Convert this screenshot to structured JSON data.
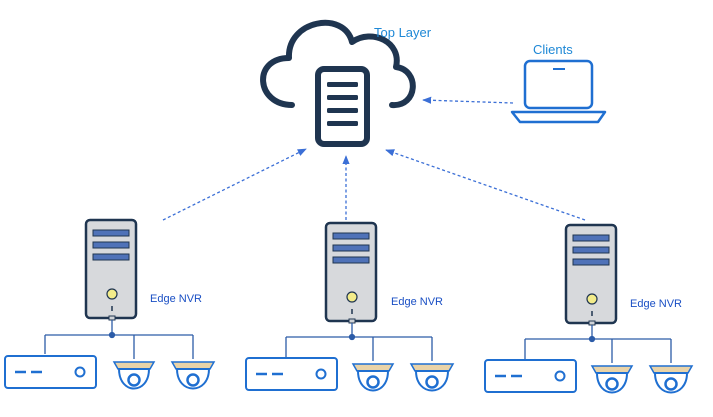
{
  "top_layer": {
    "label": "Top Layer"
  },
  "clients": {
    "label": "Clients"
  },
  "edges": [
    {
      "label": "Edge NVR"
    },
    {
      "label": "Edge NVR"
    },
    {
      "label": "Edge NVR"
    }
  ],
  "icons": {
    "cloud": "cloud-icon",
    "server": "server-icon",
    "laptop": "laptop-icon",
    "nvr_tower": "nvr-tower-icon",
    "recorder": "recorder-box-icon",
    "camera": "dome-camera-icon"
  },
  "colors": {
    "label_top": "#1e88d6",
    "label_edge": "#1a4fc4",
    "arrow": "#3b6fd6",
    "icon_outline": "#1f3550",
    "server_body": "#d7d9dc",
    "server_slot": "#4f72b8",
    "led": "#f3ec8a",
    "device_blue": "#1f6fd1",
    "cam_mount": "#e9d3a8"
  }
}
